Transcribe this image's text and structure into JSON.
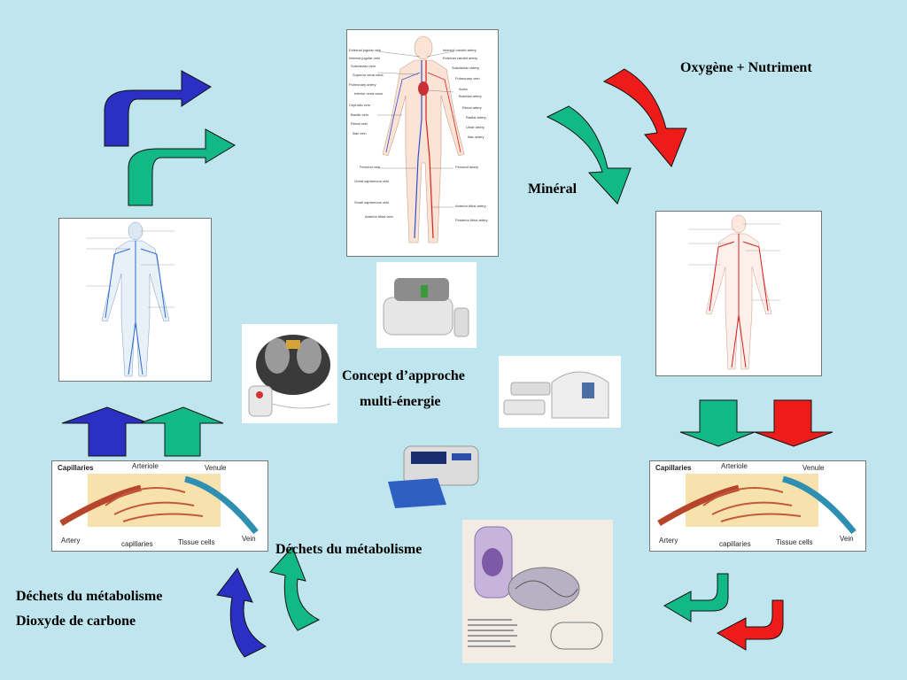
{
  "labels": {
    "oxygene": "Oxygène + Nutriment",
    "mineral": "Minéral",
    "concept_line1": "Concept d’approche",
    "concept_line2": "multi-énergie",
    "dechets_center": "Déchets du métabolisme",
    "dechets_left_line1": "Déchets du métabolisme",
    "dechets_left_line2": "Dioxyde de carbone"
  },
  "capillaries_diagram": {
    "title": "Capillaries",
    "arteriole": "Arteriole",
    "venule": "Venule",
    "artery": "Artery",
    "capillaries": "capillaries",
    "tissue_cells": "Tissue cells",
    "vein": "Vein"
  },
  "vein_chart_top": {
    "left_labels": [
      "External jugular vein",
      "Internal jugular vein",
      "Subclavian vein",
      "Superior vena cava",
      "Pulmonary artery",
      "Inferior vena cava",
      "Cephalic vein",
      "Basilic vein",
      "Renal vein",
      "Iliac vein",
      "Femoral vein",
      "Great saphenous vein",
      "Small saphenous vein",
      "Anterior tibial vein"
    ],
    "right_labels": [
      "Internal carotid artery",
      "External carotid artery",
      "Subclavian artery",
      "Pulmonary vein",
      "Aorta",
      "Brachial artery",
      "Renal artery",
      "Radial artery",
      "Ulnar artery",
      "Iliac artery",
      "Femoral artery",
      "Anterior tibial artery",
      "Posterior tibial artery"
    ]
  },
  "colors": {
    "background": "#bfe6ee",
    "arrow_blue": "#2b2fc4",
    "arrow_green": "#12b886",
    "arrow_red": "#ee1b1b"
  }
}
